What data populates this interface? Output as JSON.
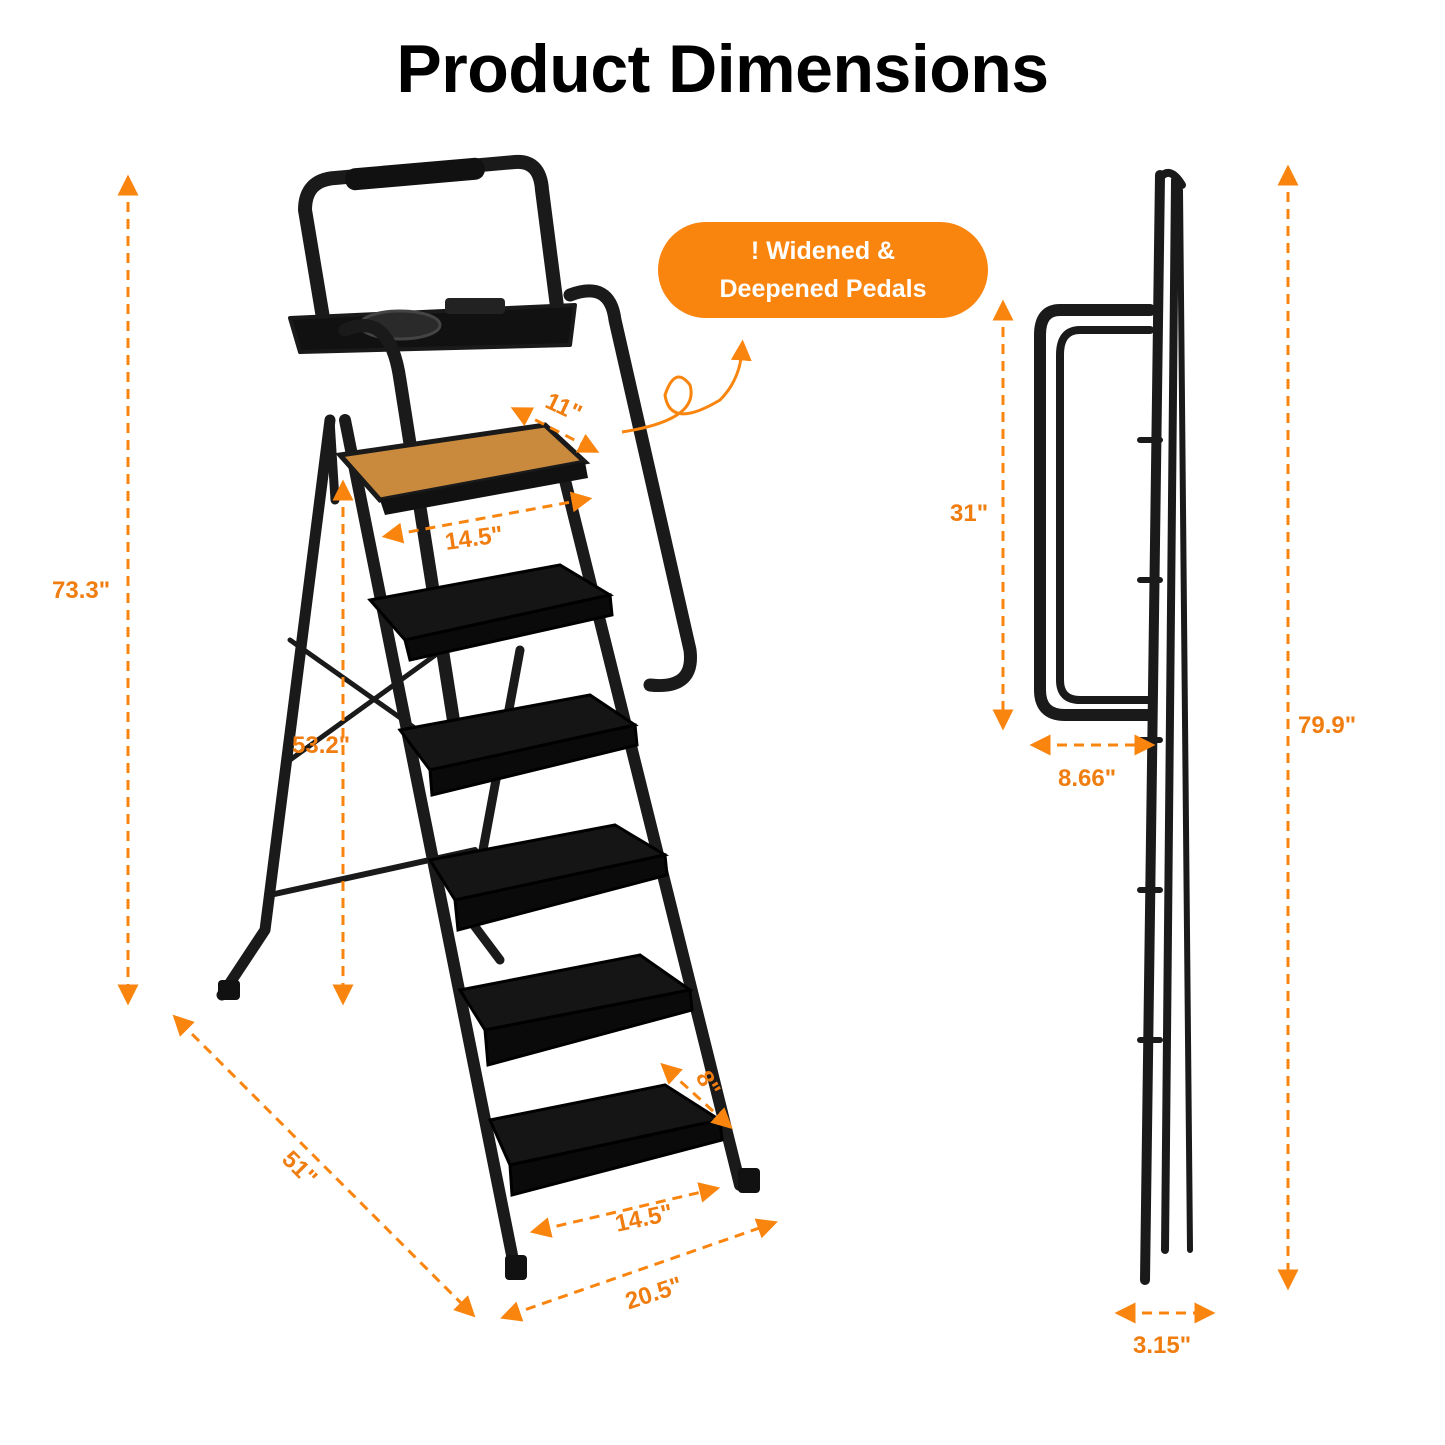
{
  "title": "Product Dimensions",
  "callout": {
    "line1": "! Widened &",
    "line2": "Deepened Pedals"
  },
  "dimensions": {
    "overall_height": "73.3\"",
    "platform_height": "53.2\"",
    "top_step_depth": "11\"",
    "top_step_width": "14.5\"",
    "bottom_step_depth": "8\"",
    "bottom_step_width": "14.5\"",
    "base_width": "20.5\"",
    "base_depth": "51\"",
    "handrail_height": "31\"",
    "folded_height": "79.9\"",
    "folded_handrail_depth": "8.66\"",
    "folded_thickness": "3.15\""
  },
  "colors": {
    "accent": "#f9850f",
    "label": "#f07d10",
    "frame": "#1a1a1a",
    "pedal_highlight": "#c98a3e"
  }
}
